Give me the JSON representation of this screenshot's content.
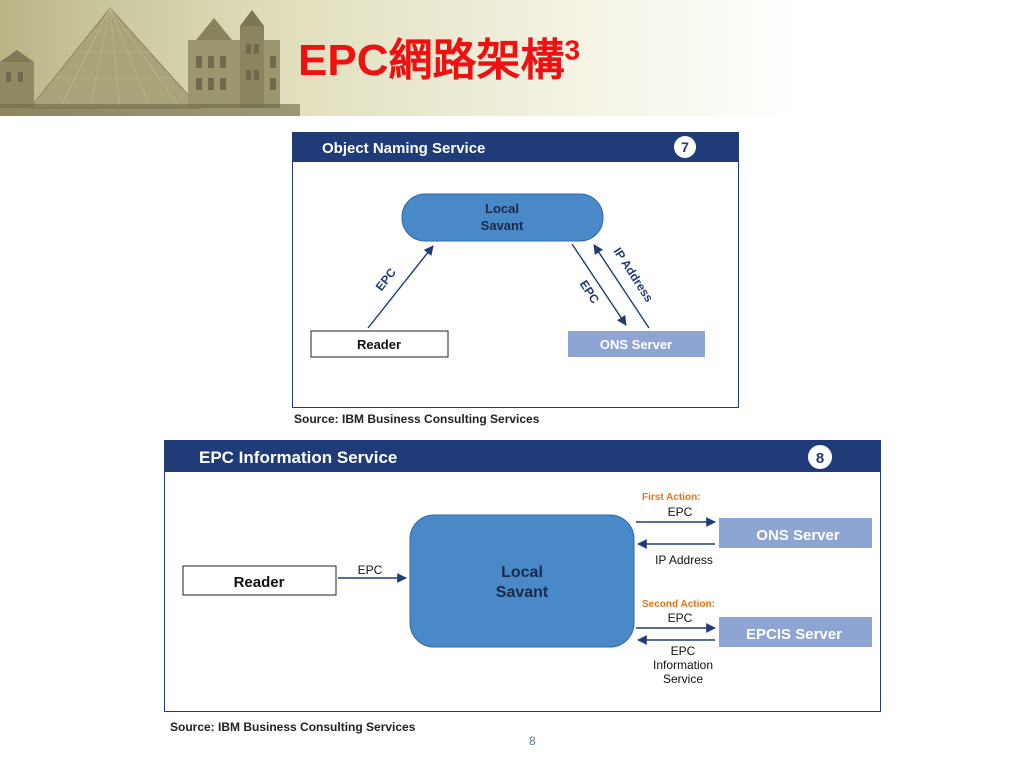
{
  "slide": {
    "title": "EPC網路架構",
    "title_superscript": "3",
    "page_number": "8"
  },
  "colors": {
    "title": "#ee1111",
    "panel_header": "#1f3b78",
    "savant_fill": "#4a89c8",
    "server_fill": "#8ea4d2",
    "arrow": "#1f3b78",
    "action_label": "#e8731c"
  },
  "figure7": {
    "header": "Object Naming Service",
    "badge": "7",
    "savant_line1": "Local",
    "savant_line2": "Savant",
    "reader": "Reader",
    "ons_server": "ONS Server",
    "arrow_epc_left": "EPC",
    "arrow_epc_right": "EPC",
    "arrow_ip": "IP Address",
    "source": "Source: IBM Business Consulting Services"
  },
  "figure8": {
    "header": "EPC Information Service",
    "badge": "8",
    "reader": "Reader",
    "reader_arrow": "EPC",
    "savant_line1": "Local",
    "savant_line2": "Savant",
    "first_action": "First Action:",
    "first_epc": "EPC",
    "first_ip": "IP Address",
    "ons_server": "ONS Server",
    "second_action": "Second Action:",
    "second_epc": "EPC",
    "epcis_server": "EPCIS Server",
    "info_line1": "EPC",
    "info_line2": "Information",
    "info_line3": "Service",
    "source": "Source: IBM Business Consulting Services"
  }
}
